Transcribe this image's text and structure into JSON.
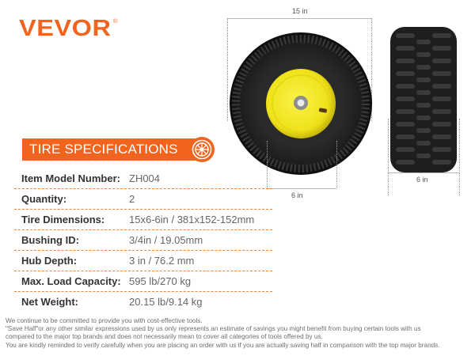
{
  "brand": {
    "name": "VEVOR",
    "registered_mark": "®",
    "color": "#f0641e"
  },
  "banner": {
    "title": "TIRE SPECIFICATIONS",
    "icon": "tire-icon",
    "color": "#f0641e"
  },
  "specs": [
    {
      "label": "Item Model Number:",
      "value": "ZH004"
    },
    {
      "label": "Quantity:",
      "value": "2"
    },
    {
      "label": "Tire Dimensions:",
      "value": "15x6-6in / 381x152-152mm"
    },
    {
      "label": "Bushing ID:",
      "value": "3/4in / 19.05mm"
    },
    {
      "label": "Hub Depth:",
      "value": "3 in / 76.2 mm"
    },
    {
      "label": "Max. Load Capacity:",
      "value": "595 lb/270 kg"
    },
    {
      "label": "Net Weight:",
      "value": "20.15 lb/9.14 kg"
    }
  ],
  "images": {
    "front_tire": {
      "diameter_label": "15 in",
      "width_label": "6 in",
      "rim_color": "#f3e51a"
    },
    "side_tire": {
      "width_label": "6 in"
    }
  },
  "disclaimer": [
    "We continue to be committed to provide you with cost-effective tools.",
    "\"Save Half\"or any other similar expressions used by us only represents an estimate of savings you might benefit from buying certain tools with us",
    "compared to the major top brands and does not necessarily mean to cover all categories of tools offered by us.",
    "You are kindly reminded to verify carefully when you are placing an order with us if you are actually saving half in comparison with the top major brands."
  ]
}
